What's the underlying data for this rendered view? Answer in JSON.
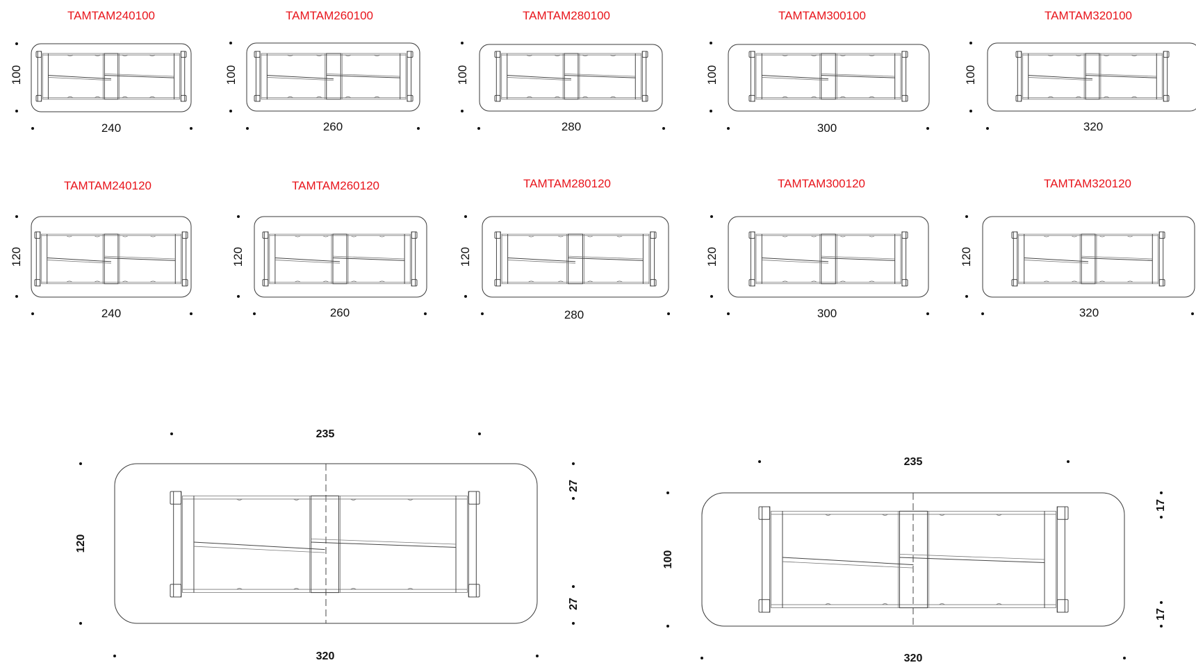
{
  "row_100": [
    {
      "code": "TAMTAM240100",
      "width": "240",
      "depth": "100"
    },
    {
      "code": "TAMTAM260100",
      "width": "260",
      "depth": "100"
    },
    {
      "code": "TAMTAM280100",
      "width": "280",
      "depth": "100"
    },
    {
      "code": "TAMTAM300100",
      "width": "300",
      "depth": "100"
    },
    {
      "code": "TAMTAM320100",
      "width": "320",
      "depth": "100"
    }
  ],
  "row_120": [
    {
      "code": "TAMTAM240120",
      "width": "240",
      "depth": "120"
    },
    {
      "code": "TAMTAM260120",
      "width": "260",
      "depth": "120"
    },
    {
      "code": "TAMTAM280120",
      "width": "280",
      "depth": "120"
    },
    {
      "code": "TAMTAM300120",
      "width": "300",
      "depth": "120"
    },
    {
      "code": "TAMTAM320120",
      "width": "320",
      "depth": "120"
    }
  ],
  "detail_views": [
    {
      "top_dim": "235",
      "bottom_dim": "320",
      "depth": "120",
      "overhang_top": "27",
      "overhang_bottom": "27"
    },
    {
      "top_dim": "235",
      "bottom_dim": "320",
      "depth": "100",
      "overhang_top": "17",
      "overhang_bottom": "17"
    }
  ]
}
